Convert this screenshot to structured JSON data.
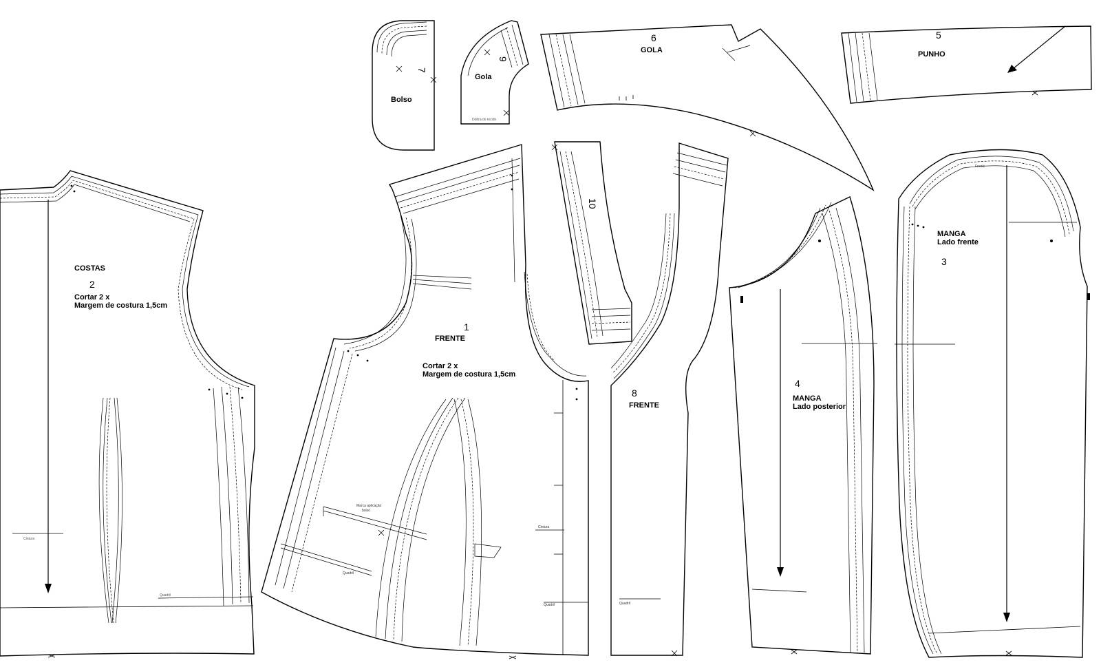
{
  "pieces": {
    "costas": {
      "title": "COSTAS",
      "number": "2",
      "cut": "Cortar 2 x",
      "seam": "Margem de costura 1,5cm",
      "waist": "Cintura",
      "hip": "Quadril"
    },
    "frente": {
      "title": "FRENTE",
      "number": "1",
      "cut": "Cortar 2 x",
      "seam": "Margem de costura 1,5cm",
      "pocket_mark_1": "Marca aplicação",
      "pocket_mark_2": "bolso",
      "hip": "Quadril",
      "waist": "Cintura",
      "hip_side": "Quadril"
    },
    "bolso": {
      "title": "Bolso",
      "number": "7"
    },
    "gola_small": {
      "title": "Gola",
      "number": "9",
      "fold": "Dobra do tecido"
    },
    "gola": {
      "title": "GOLA",
      "number": "6"
    },
    "punho": {
      "title": "PUNHO",
      "number": "5"
    },
    "vista": {
      "number": "10"
    },
    "frente_8": {
      "title": "FRENTE",
      "number": "8",
      "hip": "Quadril"
    },
    "manga_posterior": {
      "title": "MANGA",
      "subtitle": "Lado posterior",
      "number": "4"
    },
    "manga_frente": {
      "title": "MANGA",
      "subtitle": "Lado frente",
      "number": "3",
      "top": "Frente"
    }
  }
}
